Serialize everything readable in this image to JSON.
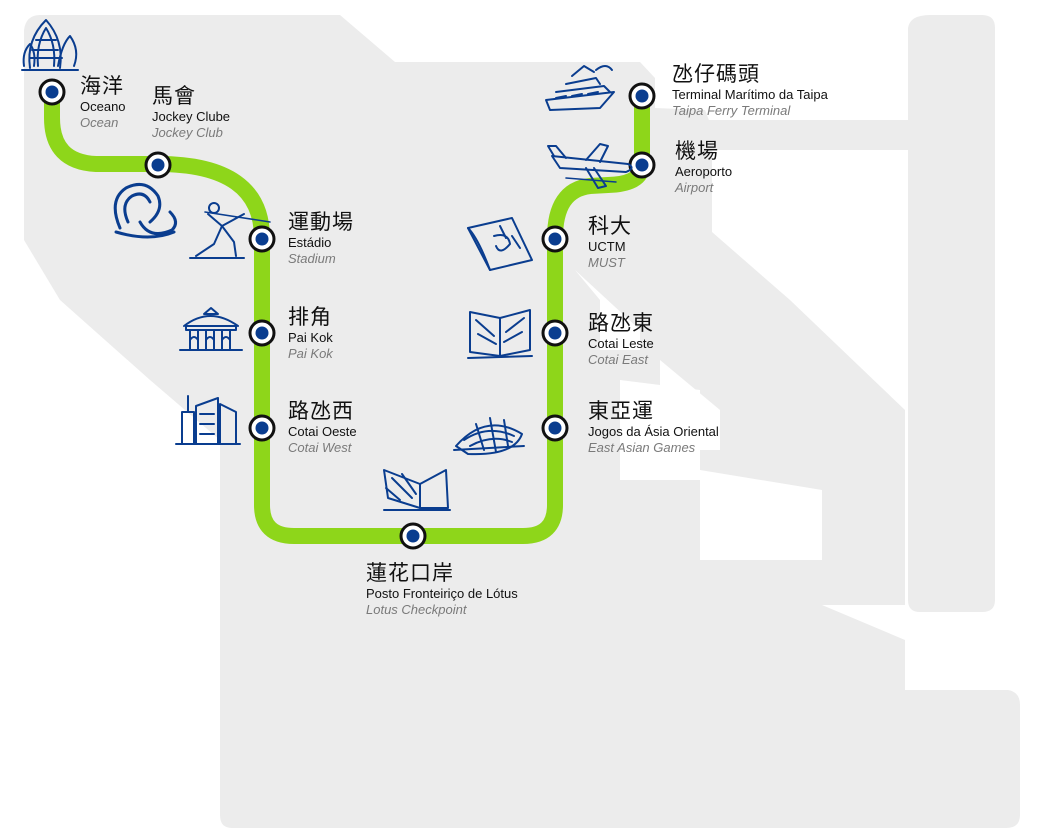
{
  "map": {
    "land_color": "#ececec",
    "line_color": "#8ed61a",
    "station_fill": "#0a3d8f",
    "icon_color": "#0a3d8f"
  },
  "stations": [
    {
      "id": "oceano",
      "zh": "海洋",
      "pt": "Oceano",
      "en": "Ocean",
      "icon": "ocean-building-icon"
    },
    {
      "id": "jockey",
      "zh": "馬會",
      "pt": "Jockey Clube",
      "en": "Jockey Club",
      "icon": "horseshoe-icon"
    },
    {
      "id": "estadio",
      "zh": "運動場",
      "pt": "Estádio",
      "en": "Stadium",
      "icon": "athlete-icon"
    },
    {
      "id": "paikok",
      "zh": "排角",
      "pt": "Pai Kok",
      "en": "Pai Kok",
      "icon": "pavilion-icon"
    },
    {
      "id": "cotaiwest",
      "zh": "路氹西",
      "pt": "Cotai Oeste",
      "en": "Cotai West",
      "icon": "skyline-icon"
    },
    {
      "id": "lotus",
      "zh": "蓮花口岸",
      "pt": "Posto Fronteiriço de Lótus",
      "en": "Lotus Checkpoint",
      "icon": "checkpoint-building-icon"
    },
    {
      "id": "eastasian",
      "zh": "東亞運",
      "pt": "Jogos da Ásia Oriental",
      "en": "East Asian Games",
      "icon": "dome-icon"
    },
    {
      "id": "cotaieast",
      "zh": "路氹東",
      "pt": "Cotai Leste",
      "en": "Cotai East",
      "icon": "open-book-icon"
    },
    {
      "id": "uctm",
      "zh": "科大",
      "pt": "UCTM",
      "en": "MUST",
      "icon": "flag-icon"
    },
    {
      "id": "airport",
      "zh": "機場",
      "pt": "Aeroporto",
      "en": "Airport",
      "icon": "airplane-icon"
    },
    {
      "id": "ferry",
      "zh": "氹仔碼頭",
      "pt": "Terminal Marítimo da Taipa",
      "en": "Taipa Ferry Terminal",
      "icon": "ferry-icon"
    }
  ]
}
